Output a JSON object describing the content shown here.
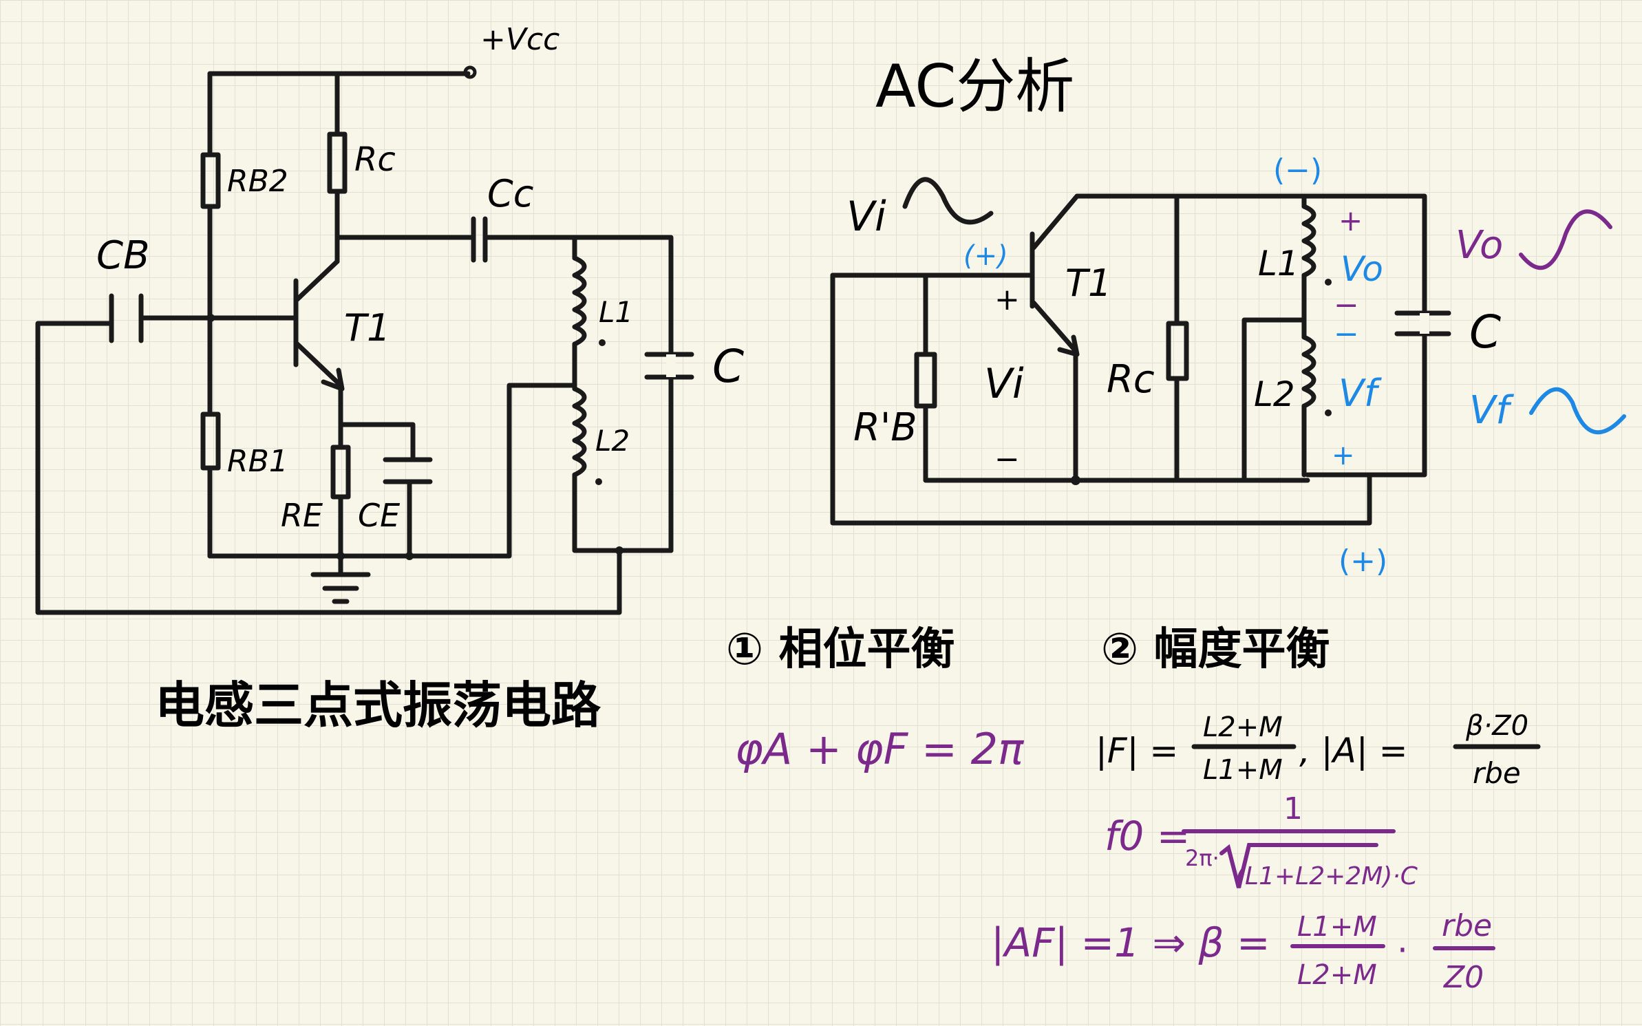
{
  "left_circuit": {
    "title": "电感三点式振荡电路",
    "vcc": "+Vcc",
    "rb2": "RB2",
    "rc": "Rc",
    "cc": "Cc",
    "cb": "CB",
    "t1": "T1",
    "l1": "L1",
    "l2": "L2",
    "c": "C",
    "rb1": "RB1",
    "re": "RE",
    "ce": "CE"
  },
  "right_circuit": {
    "title": "AC分析",
    "vi_source": "Vi",
    "plus_blue_top": "(+)",
    "minus_blue_top": "(−)",
    "plus_blue_bottom": "(+)",
    "plus": "+",
    "vi_mid": "Vi",
    "minus": "−",
    "rb_prime": "R'B",
    "t1": "T1",
    "rc": "Rc",
    "l1": "L1",
    "vo": "Vo",
    "l2": "L2",
    "vf": "Vf",
    "c": "C",
    "vo_wave": "Vo",
    "vf_wave": "Vf",
    "l1_plus": "+",
    "l1_minus": "−",
    "l2_minus": "−",
    "l2_plus": "+"
  },
  "notes": {
    "phase_title": "① 相位平衡",
    "phase_eq": "φA + φF = 2π",
    "amp_title": "② 幅度平衡",
    "f_abs": "|F| =",
    "f_num": "L2+M",
    "f_den": "L1+M",
    "a_abs": ", |A| =",
    "a_num": "β·Z0",
    "a_den": "rbe",
    "f0_lhs": "f0 =",
    "f0_num": "1",
    "f0_den_a": "2π·",
    "f0_den_b": "(L1+L2+2M)·C",
    "af_lhs": "|AF| =1 ⇒ β =",
    "af_num1": "L1+M",
    "af_den1": "L2+M",
    "af_dot": "·",
    "af_num2": "rbe",
    "af_den2": "Z0"
  }
}
